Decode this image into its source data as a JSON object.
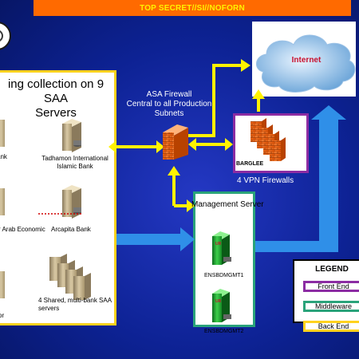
{
  "classification": "TOP SECRET//SI//NOFORN",
  "collection": {
    "title": "...ing collection on 9 SAA Servers",
    "title_line1": "ing collection on 9 SAA",
    "title_line2": "Servers",
    "banks": [
      {
        "label_line1": "ank",
        "label_line2": ""
      },
      {
        "label_line1": "Tadhamon International",
        "label_line2": "Islamic Bank"
      },
      {
        "label_line1": "r Arab Economic",
        "label_line2": ""
      },
      {
        "label_line1": "Arcapita Bank",
        "label_line2": ""
      },
      {
        "label_line1": "or",
        "label_line2": ""
      },
      {
        "label_line1": "4 Shared, multi-bank SAA",
        "label_line2": "servers"
      }
    ]
  },
  "firewall": {
    "line1": "ASA Firewall",
    "line2": "Central to all Production",
    "line3": "Subnets"
  },
  "vpn": {
    "box_label": "BARGLEE",
    "caption": "4 VPN Firewalls"
  },
  "management": {
    "title": "Management Server",
    "servers": [
      "ENSBDMGMT1",
      "ENSBDMGMT2"
    ]
  },
  "internet": {
    "label": "Internet"
  },
  "legend": {
    "title": "LEGEND",
    "items": [
      {
        "label": "Front End",
        "color": "#8c2ca3"
      },
      {
        "label": "Middleware",
        "color": "#2aa37a"
      },
      {
        "label": "Back End",
        "color": "#ffd21e"
      }
    ]
  },
  "colors": {
    "background": "#0d2294",
    "banner": "#ff6a00",
    "banner_text": "#fff200",
    "yellow_arrows": "#fff200",
    "blue_arrows": "#2f8fe8",
    "green_arrow": "#2aa37a"
  }
}
